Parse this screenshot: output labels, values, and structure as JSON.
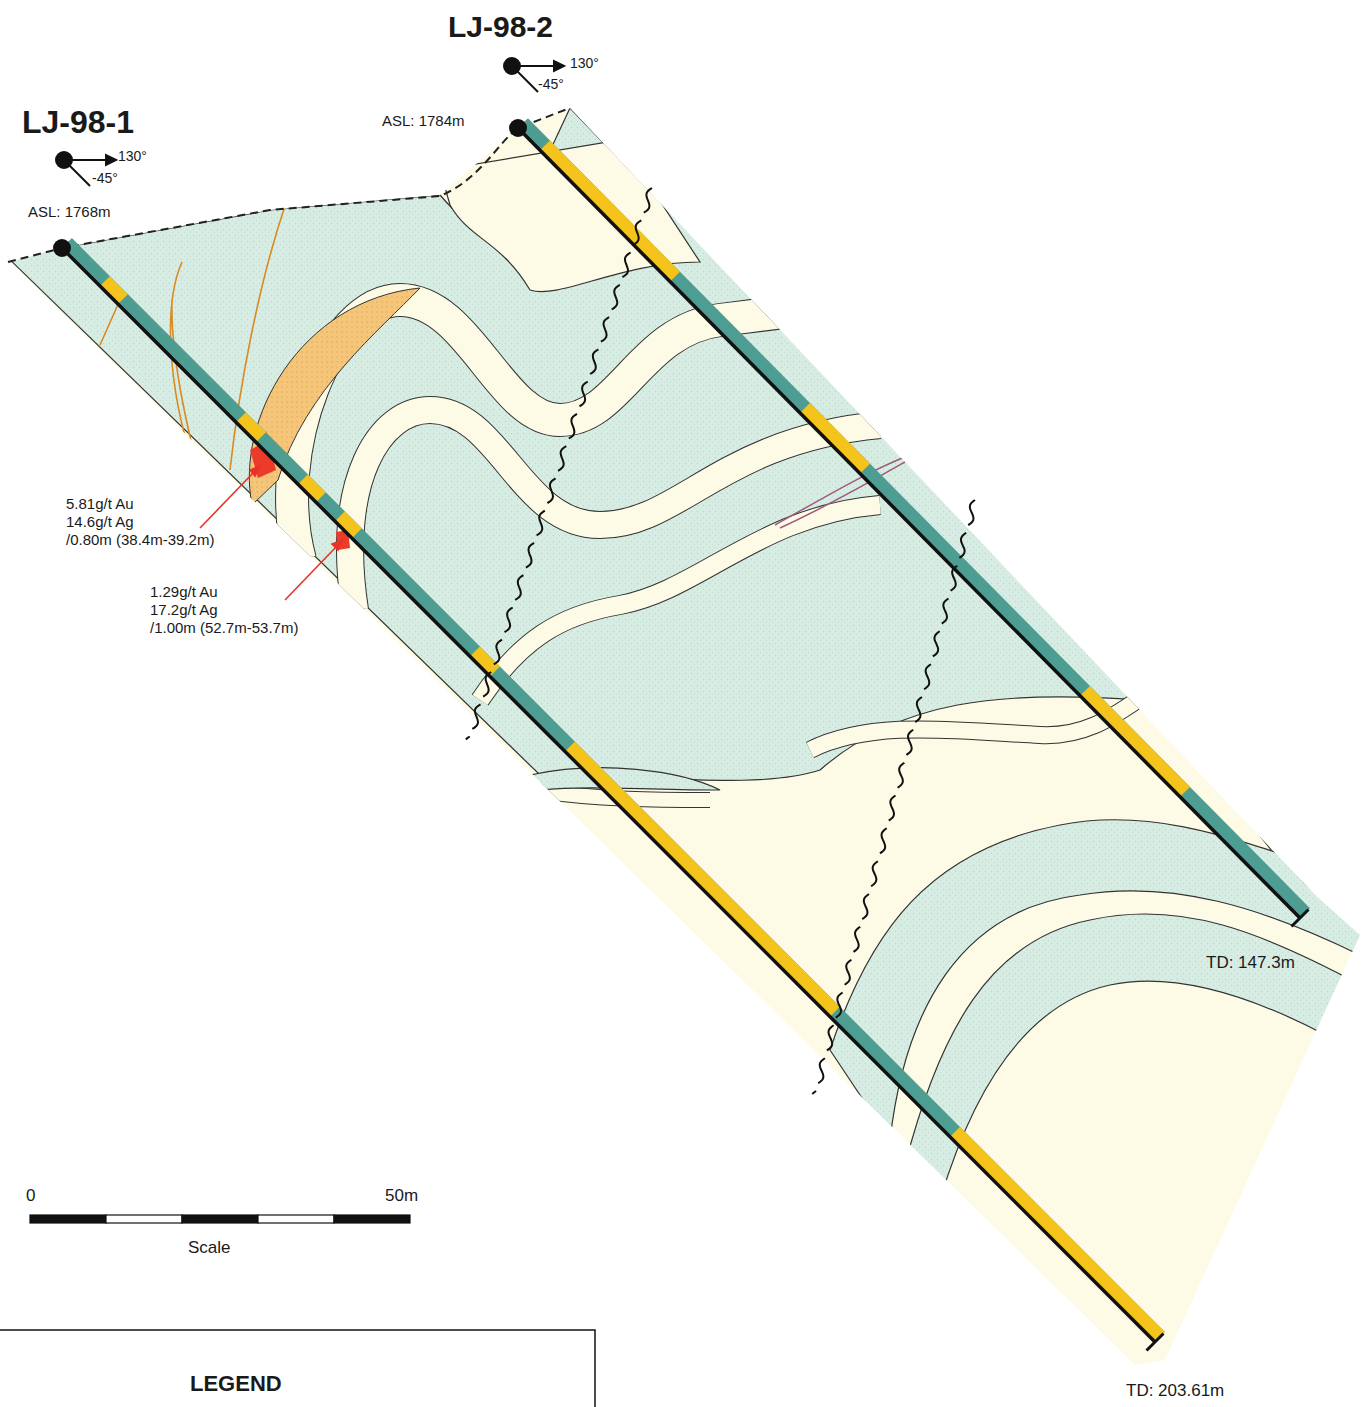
{
  "diagram": {
    "labels": [
      "LJ-98-2",
      "130°",
      "-45°",
      "ASL: 1784m",
      "LJ-98-1",
      "130°",
      "-45°",
      "ASL: 1768m",
      "5.81g/t Au",
      "14.6g/t Ag",
      "/0.80m (38.4m-39.2m)",
      "1.29g/t Au",
      "17.2g/t Ag",
      "/1.00m (52.7m-53.7m)",
      "TD: 147.3m",
      "0",
      "50m",
      "Scale",
      "LEGEND",
      "TD: 203.61m"
    ]
  }
}
